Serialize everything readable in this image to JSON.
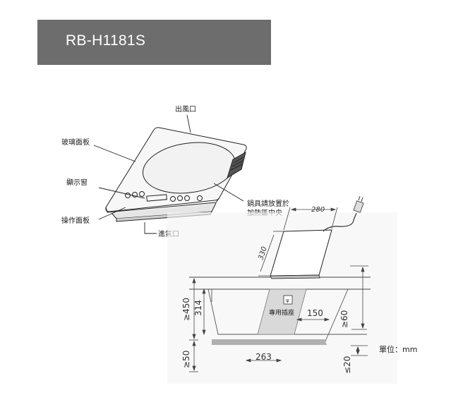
{
  "header": {
    "model": "RB-H1181S",
    "background": "#6d6d6d"
  },
  "callouts": {
    "exhaust": "出風口",
    "glass_panel": "玻璃面板",
    "display_window": "顯示窗",
    "control_panel": "操作面板",
    "intake": "進氣口",
    "pot_placement_line1": "鍋具請放置於",
    "pot_placement_line2": "加熱區中央"
  },
  "dimensions": {
    "width": "280",
    "depth": "330",
    "min_height": "≥450",
    "height_314": "314",
    "min_bottom": "≥50",
    "cutout_263": "263",
    "socket_offset": "150",
    "min_side": "≥60",
    "max_gap": "≤20"
  },
  "socket_label": "專用插座",
  "unit_label": "單位：mm"
}
